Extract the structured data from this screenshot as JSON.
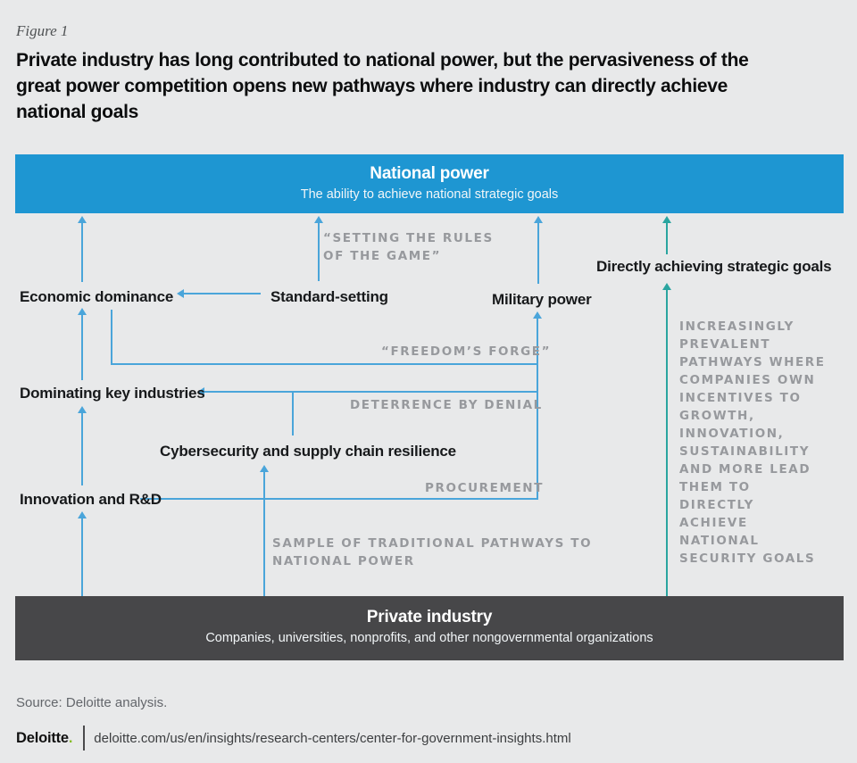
{
  "figure": {
    "label": "Figure 1",
    "title": "Private industry has long contributed to national power, but the pervasiveness of the\ngreat power competition opens new pathways where industry can directly achieve\nnational goals"
  },
  "top_bar": {
    "title": "National power",
    "subtitle": "The ability to achieve national strategic goals",
    "color": "#1e96d2"
  },
  "bottom_bar": {
    "title": "Private industry",
    "subtitle": "Companies, universities, nonprofits, and other nongovernmental organizations",
    "color": "#474749"
  },
  "nodes": {
    "economic_dominance": "Economic dominance",
    "standard_setting": "Standard-setting",
    "military_power": "Military power",
    "directly_achieving": "Directly achieving strategic goals",
    "dominating_key_industries": "Dominating key industries",
    "cybersecurity": "Cybersecurity and supply chain resilience",
    "innovation_rd": "Innovation and R&D"
  },
  "annotations": {
    "setting_rules": "“SETTING THE RULES\nOF THE GAME”",
    "freedoms_forge": "“FREEDOM’S FORGE”",
    "deterrence": "DETERRENCE BY DENIAL",
    "procurement": "PROCUREMENT",
    "sample_traditional": "SAMPLE OF TRADITIONAL PATHWAYS TO\nNATIONAL POWER",
    "new_pathways": "INCREASINGLY\nPREVALENT\nPATHWAYS WHERE\nCOMPANIES OWN\nINCENTIVES TO\nGROWTH,\nINNOVATION,\nSUSTAINABILITY\nAND MORE LEAD\nTHEM TO\nDIRECTLY\nACHIEVE\nNATIONAL\nSECURITY GOALS"
  },
  "colors": {
    "pathway_blue": "#4aa5da",
    "pathway_teal": "#2aa5a0",
    "background": "#e8e9ea",
    "brand_green": "#86bc25"
  },
  "source": "Source: Deloitte analysis.",
  "footer": {
    "brand": "Deloitte",
    "brand_dot": ".",
    "url": "deloitte.com/us/en/insights/research-centers/center-for-government-insights.html"
  }
}
